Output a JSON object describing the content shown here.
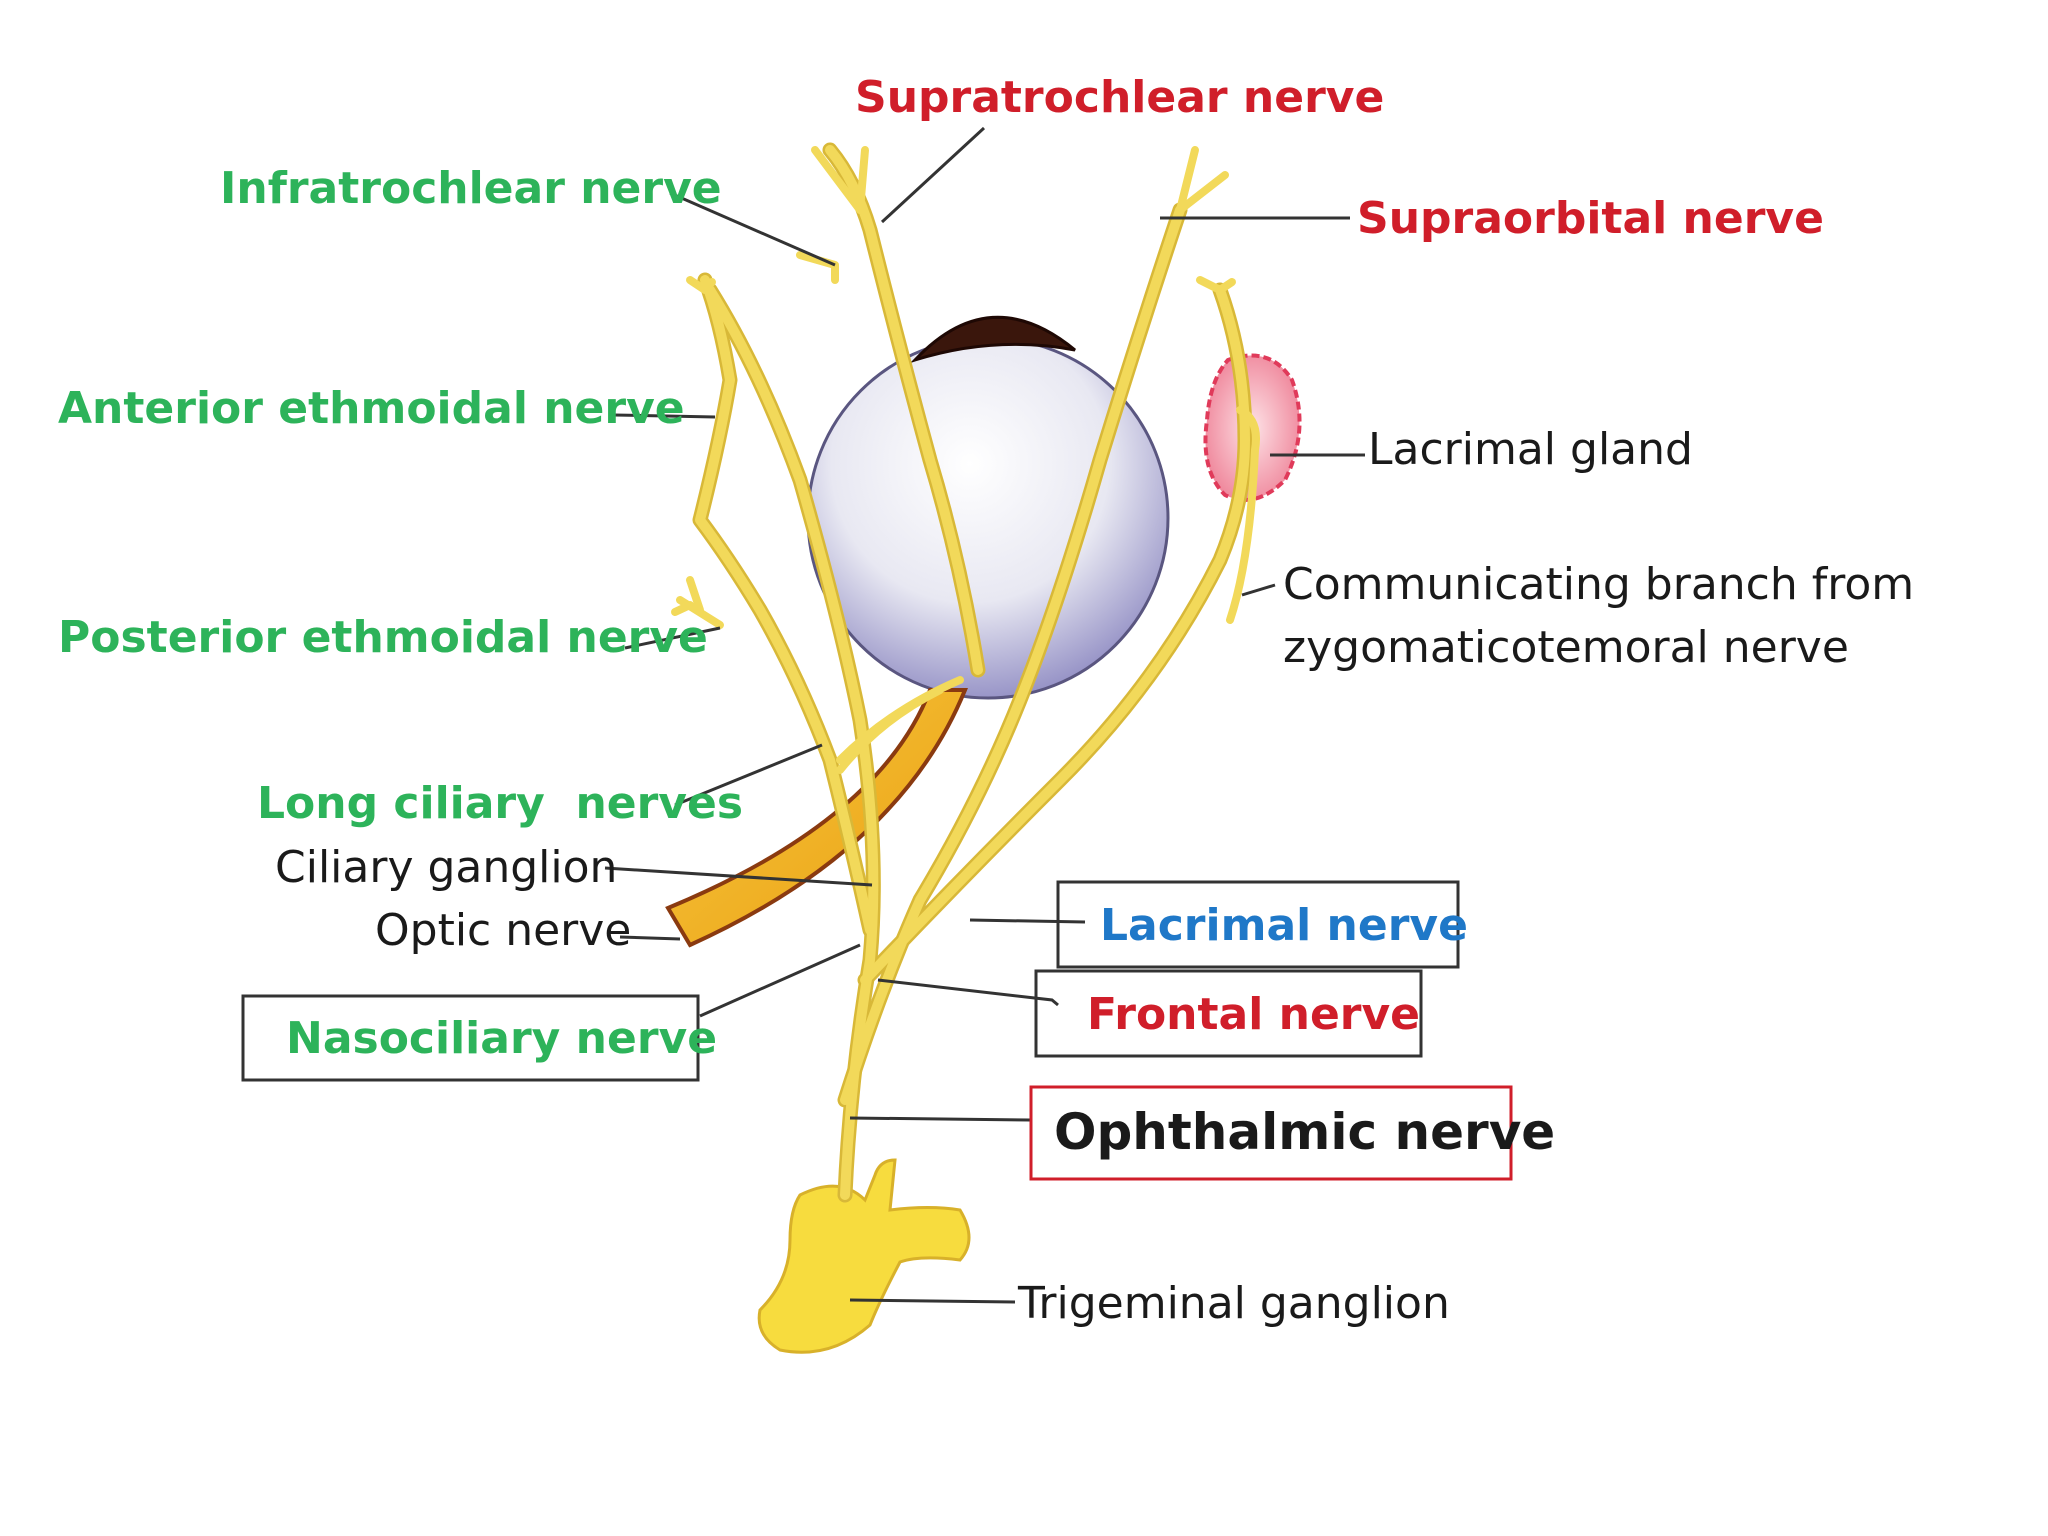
{
  "labels": {
    "supratrochlear": "Supratrochlear nerve",
    "infratrochlear": "Infratrochlear nerve",
    "supraorbital": "Supraorbital nerve",
    "anterior_ethmoidal": "Anterior ethmoidal nerve",
    "lacrimal_gland": "Lacrimal gland",
    "posterior_ethmoidal": "Posterior ethmoidal nerve",
    "communicating_line1": "Communicating branch from",
    "communicating_line2": "zygomaticotemoral nerve",
    "long_ciliary": "Long ciliary  nerves",
    "ciliary_ganglion": "Ciliary ganglion",
    "optic_nerve": "Optic nerve",
    "lacrimal_nerve": "Lacrimal nerve",
    "frontal_nerve": "Frontal nerve",
    "nasociliary_nerve": "Nasociliary nerve",
    "ophthalmic_nerve": "Ophthalmic nerve",
    "trigeminal_ganglion": "Trigeminal ganglion"
  },
  "colors": {
    "green_label": "#2db35a",
    "red_label": "#d01e2a",
    "blue_label": "#1f78c8",
    "nerve": "#f2d95a",
    "optic_nerve": "#f5b21a",
    "lacrimal_gland": "#f4a0b0",
    "ophthalmic_box_border": "#d01e2a"
  }
}
